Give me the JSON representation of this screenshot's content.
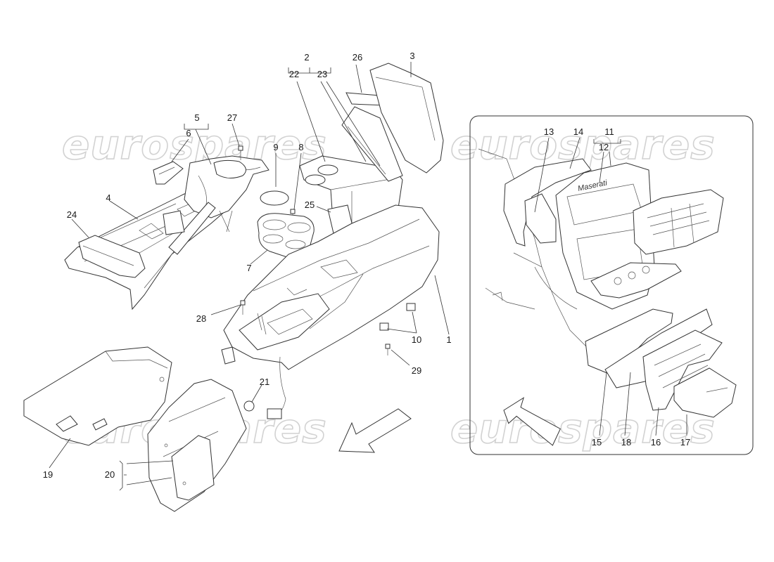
{
  "watermark": {
    "text": "eurospares"
  },
  "logo_script": "Maserati",
  "callouts": {
    "c1": "1",
    "c2": "2",
    "c3": "3",
    "c4": "4",
    "c5": "5",
    "c6": "6",
    "c7": "7",
    "c8": "8",
    "c9": "9",
    "c10": "10",
    "c11": "11",
    "c12": "12",
    "c13": "13",
    "c14": "14",
    "c15": "15",
    "c16": "16",
    "c17": "17",
    "c18": "18",
    "c19": "19",
    "c20": "20",
    "c21": "21",
    "c22": "22",
    "c23": "23",
    "c24": "24",
    "c25": "25",
    "c26": "26",
    "c27": "27",
    "c28": "28",
    "c29": "29"
  }
}
